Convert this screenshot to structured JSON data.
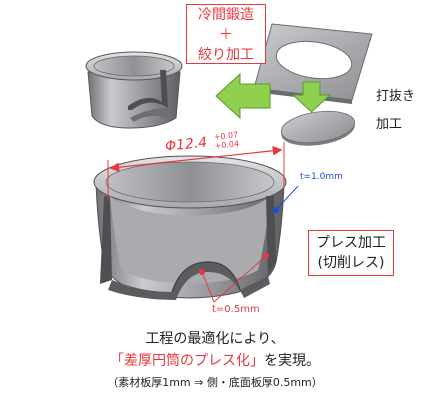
{
  "process_forging": {
    "line1": "冷間鍛造",
    "line2": "＋",
    "line3": "絞り加工"
  },
  "process_punching": {
    "line1": "打抜き",
    "line2": "加工"
  },
  "process_press": {
    "line1": "プレス加工",
    "line2": "(切削レス)"
  },
  "dimension": {
    "main": "Φ12.4",
    "tol_plus": "+0.07",
    "tol_minus": "+0.04"
  },
  "thickness": {
    "side": "t=1.0mm",
    "bottom": "t=0.5mm"
  },
  "caption": {
    "line1": "工程の最適化により、",
    "line2_highlight": "「差厚円筒のプレス化」",
    "line2_rest": "を実現。",
    "line3": "（素材板厚1mm ⇒ 側・底面板厚0.5mm）"
  },
  "colors": {
    "accent_red": "#e8383d",
    "arrow_green": "#8fd14f",
    "blue": "#1a4fd8",
    "metal": "#9a9c9f"
  }
}
